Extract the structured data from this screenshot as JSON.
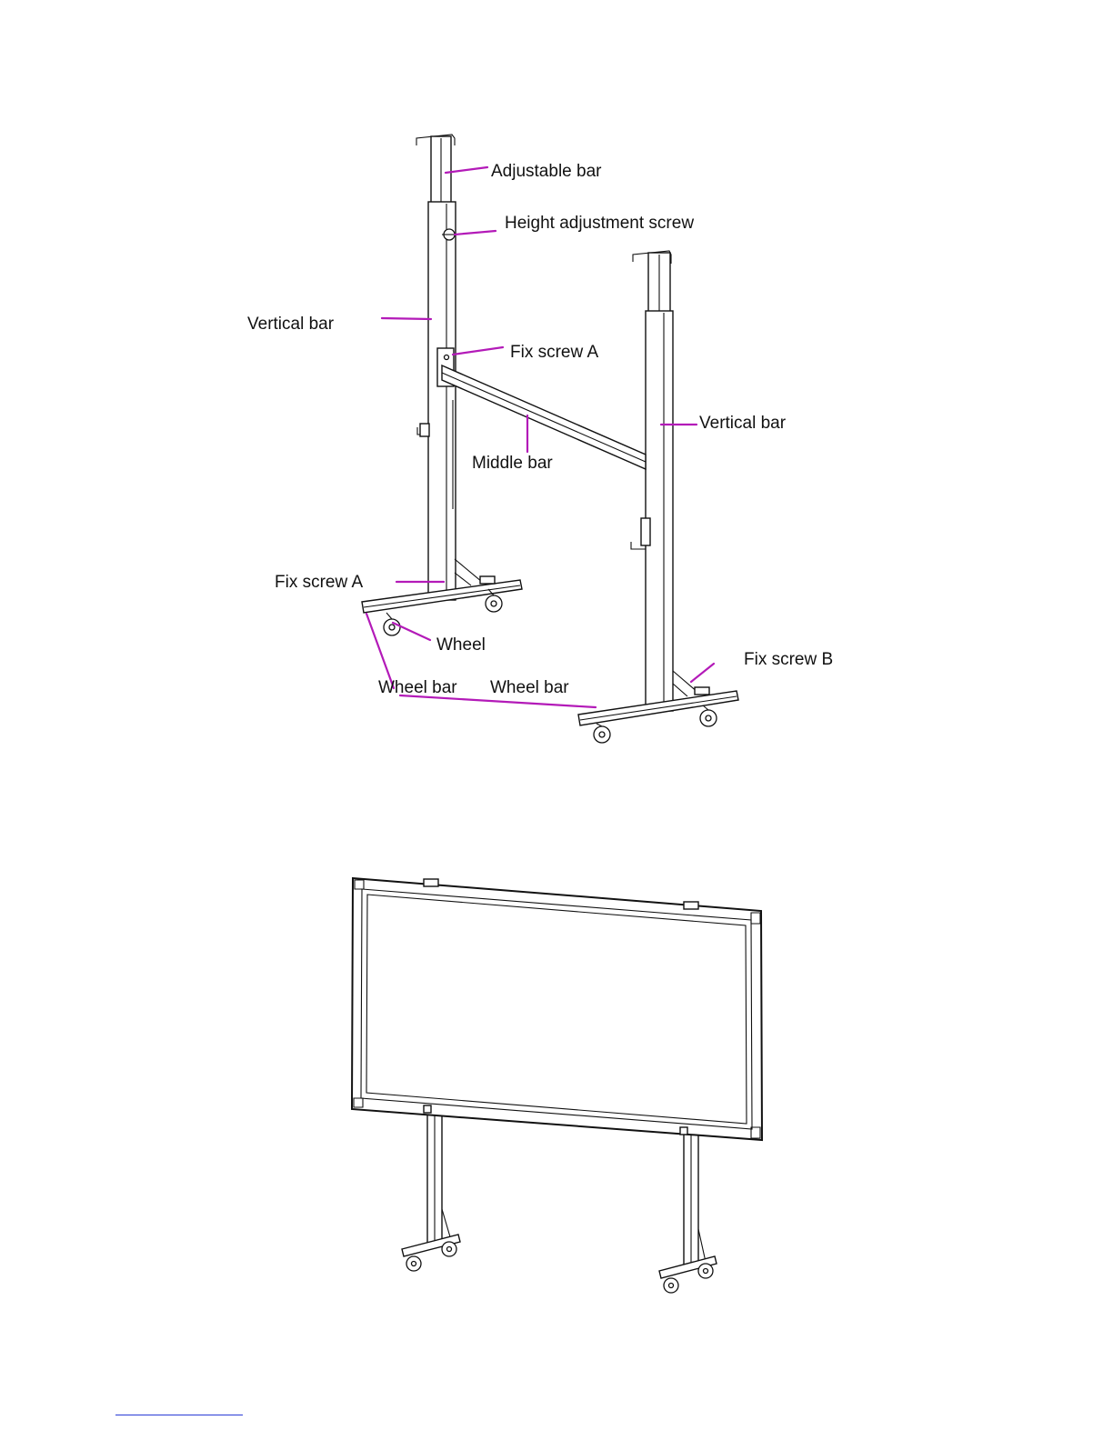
{
  "colors": {
    "leader": "#b31ab8",
    "line": "#111111",
    "rule": "#2a3bd6"
  },
  "diagram1": {
    "labels": {
      "adjustable_bar": "Adjustable bar",
      "height_adjustment_screw": "Height adjustment screw",
      "vertical_bar_left": "Vertical bar",
      "fix_screw_a_top": "Fix screw A",
      "vertical_bar_right": "Vertical bar",
      "middle_bar": "Middle bar",
      "fix_screw_a_bottom": "Fix screw A",
      "wheel": "Wheel",
      "fix_screw_b": "Fix screw B",
      "wheel_bar_left": "Wheel bar",
      "wheel_bar_right": "Wheel bar"
    }
  }
}
